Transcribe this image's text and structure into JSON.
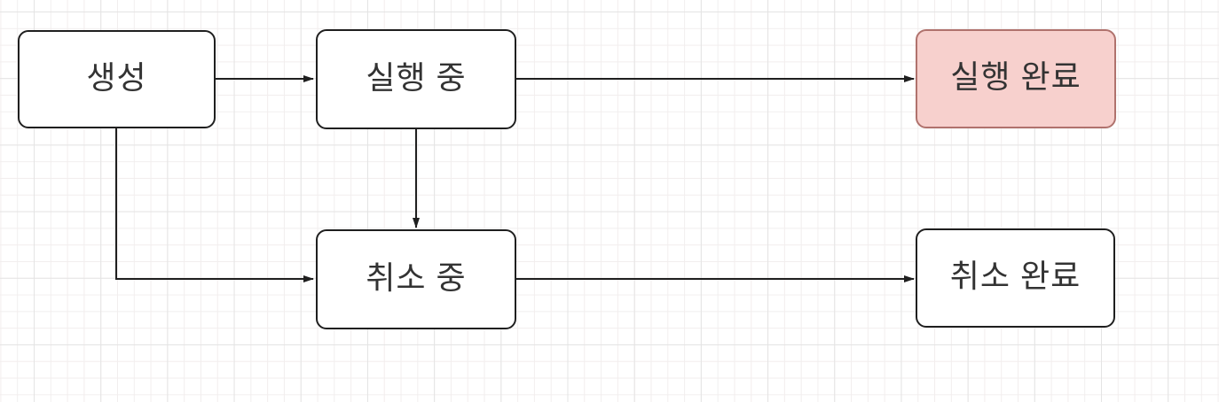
{
  "diagram": {
    "type": "flowchart",
    "language": "ko",
    "background": {
      "canvas_bg": "#ffffff",
      "grid_minor_color": "#f2eeee",
      "grid_major_color": "#e4e4e4"
    },
    "edge_color": "#1f1f1f",
    "arrowhead_style": "filled-triangle",
    "nodes": [
      {
        "id": "created",
        "label": "생성",
        "fill": "#ffffff",
        "border": "#1f1f1f",
        "text_color": "#333333"
      },
      {
        "id": "running",
        "label": "실행 중",
        "fill": "#ffffff",
        "border": "#1f1f1f",
        "text_color": "#333333"
      },
      {
        "id": "execution-complete",
        "label": "실행 완료",
        "fill": "#f7d0cd",
        "border": "#b0726d",
        "text_color": "#333333"
      },
      {
        "id": "cancelling",
        "label": "취소 중",
        "fill": "#ffffff",
        "border": "#1f1f1f",
        "text_color": "#333333"
      },
      {
        "id": "cancellation-complete",
        "label": "취소 완료",
        "fill": "#ffffff",
        "border": "#1f1f1f",
        "text_color": "#333333"
      }
    ],
    "edges": [
      {
        "from": "created",
        "to": "running",
        "route": "straight-horizontal"
      },
      {
        "from": "running",
        "to": "execution-complete",
        "route": "straight-horizontal"
      },
      {
        "from": "running",
        "to": "cancelling",
        "route": "straight-vertical"
      },
      {
        "from": "created",
        "to": "cancelling",
        "route": "orthogonal-down-right"
      },
      {
        "from": "cancelling",
        "to": "cancellation-complete",
        "route": "straight-horizontal"
      }
    ]
  }
}
